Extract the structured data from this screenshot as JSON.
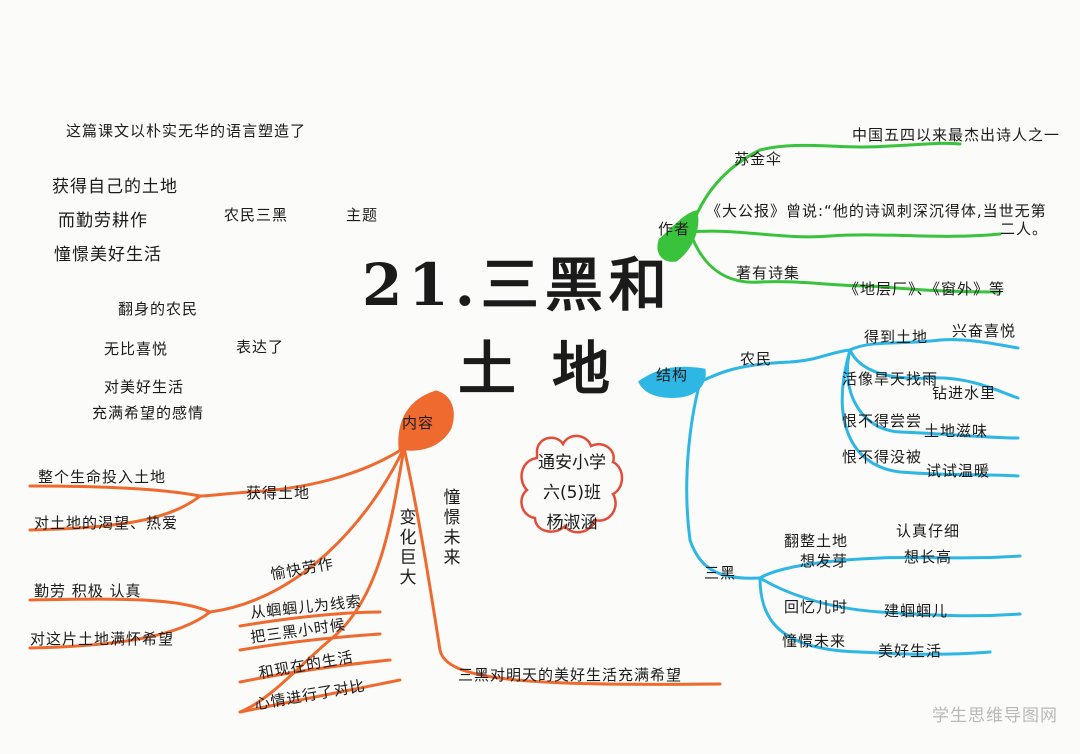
{
  "title": {
    "line1": "21.三黑和",
    "line2": "土地"
  },
  "school_label": [
    "通安小学",
    "六(5)班",
    "杨淑涵"
  ],
  "watermark": "学生思维导图网",
  "colors": {
    "author": "#39c33d",
    "structure": "#2eb6e5",
    "content": "#ef6a2e",
    "ink": "#1b1b1b"
  },
  "left_notes": {
    "theme_group": {
      "intro": "这篇课文以朴实无华的语言塑造了",
      "items": [
        "获得自己的土地",
        "而勤劳耕作",
        "憧憬美好生活"
      ],
      "mid": "农民三黑",
      "end": "主题"
    },
    "express_group": {
      "items": [
        "翻身的农民",
        "无比喜悦",
        "对美好生活",
        "充满希望的感情"
      ],
      "end": "表达了"
    }
  },
  "author_branch": {
    "label": "作者",
    "children": [
      {
        "label": "苏金伞",
        "detail": "中国五四以来最杰出诗人之一"
      },
      {
        "label": "《大公报》曾说:“他的诗讽刺深沉得体,当世无第",
        "detail": "二人。"
      },
      {
        "label": "著有诗集",
        "detail": "《地层厂》、《窗外》等"
      }
    ]
  },
  "structure_branch": {
    "label": "结构",
    "children": [
      {
        "label": "农民",
        "items": [
          {
            "left": "得到土地",
            "right": "兴奋喜悦"
          },
          {
            "left": "活像旱天找雨",
            "right": "钻进水里"
          },
          {
            "left": "恨不得尝尝",
            "right": "土地滋味"
          },
          {
            "left": "恨不得没被",
            "right": "试试温暖"
          }
        ]
      },
      {
        "label": "三黑",
        "items": [
          {
            "left": "翻整土地",
            "left2": "想发芽",
            "right": "认真仔细",
            "right2": "想长高"
          },
          {
            "left": "回忆儿时",
            "right": "建蝈蝈儿"
          },
          {
            "left": "憧憬未来",
            "right": "美好生活"
          }
        ]
      }
    ]
  },
  "content_branch": {
    "label": "内容",
    "children": [
      {
        "label": "获得土地",
        "items": [
          "整个生命投入土地",
          "对土地的渴望、热爱"
        ]
      },
      {
        "label": "愉快劳作",
        "items": [
          "勤劳 积极 认真",
          "对这片土地满怀希望"
        ]
      },
      {
        "label": "变化巨大",
        "items": [
          "从蝈蝈儿为线索",
          "把三黑小时候",
          "和现在的生活",
          "心情进行了对比"
        ]
      },
      {
        "label": "憧憬未来",
        "items": [
          "三黑对明天的美好生活充满希望"
        ]
      }
    ]
  }
}
